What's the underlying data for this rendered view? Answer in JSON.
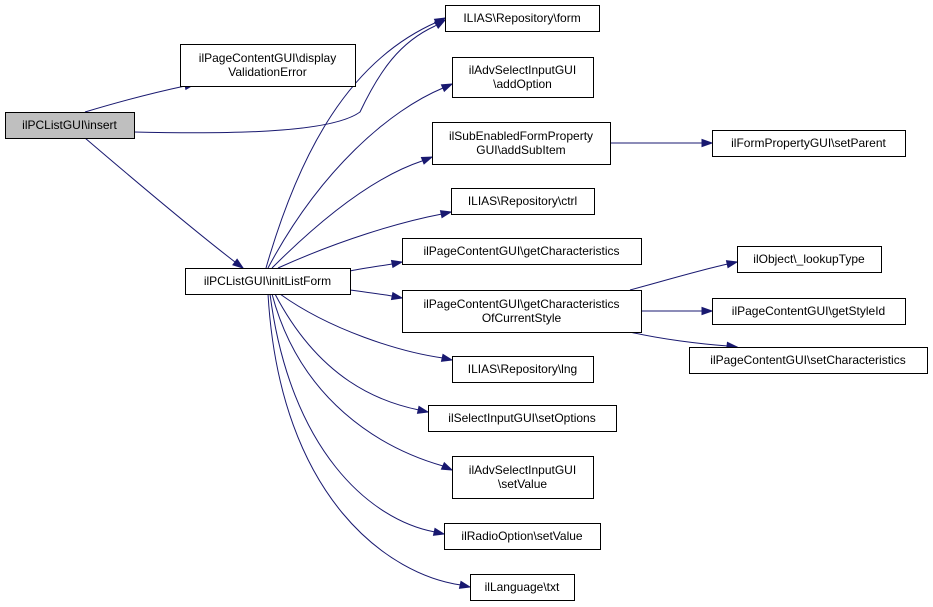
{
  "diagram": {
    "colors": {
      "edge": "#191970",
      "node_border": "#000000",
      "root_fill": "#bfbfbf",
      "node_fill": "#ffffff"
    },
    "nodes": {
      "insert": {
        "lines": [
          "ilPCListGUI\\insert"
        ]
      },
      "display_validation_error": {
        "lines": [
          "ilPageContentGUI\\display",
          "ValidationError"
        ]
      },
      "init_list_form": {
        "lines": [
          "ilPCListGUI\\initListForm"
        ]
      },
      "repository_form": {
        "lines": [
          "ILIAS\\Repository\\form"
        ]
      },
      "adv_select_add_option": {
        "lines": [
          "ilAdvSelectInputGUI",
          "\\addOption"
        ]
      },
      "sub_enabled_add_sub_item": {
        "lines": [
          "ilSubEnabledFormProperty",
          "GUI\\addSubItem"
        ]
      },
      "form_property_set_parent": {
        "lines": [
          "ilFormPropertyGUI\\setParent"
        ]
      },
      "repository_ctrl": {
        "lines": [
          "ILIAS\\Repository\\ctrl"
        ]
      },
      "get_characteristics": {
        "lines": [
          "ilPageContentGUI\\getCharacteristics"
        ]
      },
      "get_characteristics_current_style": {
        "lines": [
          "ilPageContentGUI\\getCharacteristics",
          "OfCurrentStyle"
        ]
      },
      "object_lookup_type": {
        "lines": [
          "ilObject\\_lookupType"
        ]
      },
      "get_style_id": {
        "lines": [
          "ilPageContentGUI\\getStyleId"
        ]
      },
      "set_characteristics": {
        "lines": [
          "ilPageContentGUI\\setCharacteristics"
        ]
      },
      "repository_lng": {
        "lines": [
          "ILIAS\\Repository\\lng"
        ]
      },
      "select_set_options": {
        "lines": [
          "ilSelectInputGUI\\setOptions"
        ]
      },
      "adv_select_set_value": {
        "lines": [
          "ilAdvSelectInputGUI",
          "\\setValue"
        ]
      },
      "radio_option_set_value": {
        "lines": [
          "ilRadioOption\\setValue"
        ]
      },
      "language_txt": {
        "lines": [
          "ilLanguage\\txt"
        ]
      }
    }
  }
}
